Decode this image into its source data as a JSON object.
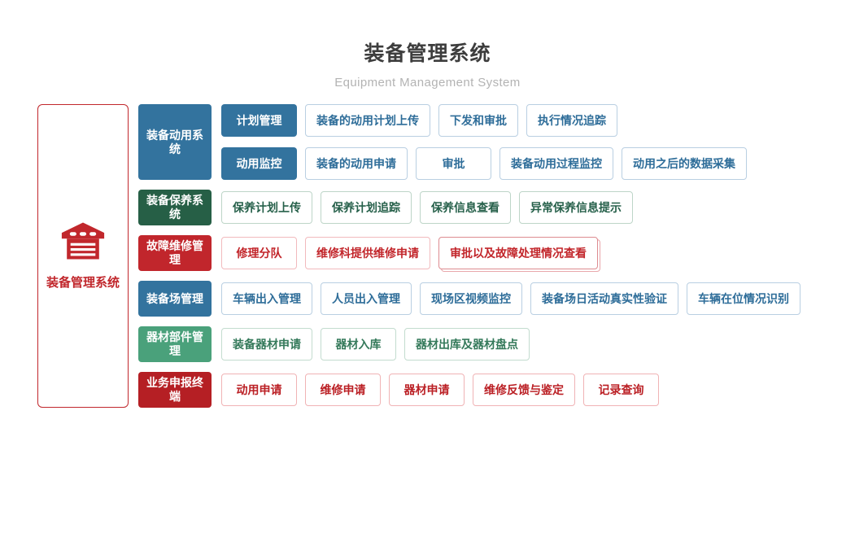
{
  "header": {
    "title": "装备管理系统",
    "subtitle": "Equipment Management System"
  },
  "root": {
    "label": "装备管理系统",
    "icon": "warehouse-icon",
    "accent_color": "#c1272c"
  },
  "theme": {
    "blue": "#33739e",
    "dark_green": "#265f46",
    "red": "#c1262c",
    "green": "#4aa17b",
    "dark_red": "#b51f24",
    "title_color": "#3d3d3d",
    "subtitle_color": "#b3b3b3"
  },
  "sections": [
    {
      "name": "equipment-mobilization-system",
      "label": "装备动用系统",
      "color": "blue",
      "rows": [
        {
          "name": "plan-management",
          "label": "计划管理",
          "items": [
            {
              "label": "装备的动用计划上传",
              "emphasized": false
            },
            {
              "label": "下发和审批",
              "emphasized": false
            },
            {
              "label": "执行情况追踪",
              "emphasized": false
            }
          ]
        },
        {
          "name": "mobilization-monitoring",
          "label": "动用监控",
          "items": [
            {
              "label": "装备的动用申请",
              "emphasized": false
            },
            {
              "label": "审批",
              "emphasized": false
            },
            {
              "label": "装备动用过程监控",
              "emphasized": false
            },
            {
              "label": "动用之后的数据采集",
              "emphasized": false
            }
          ]
        }
      ]
    },
    {
      "name": "equipment-maintenance-system",
      "label": "装备保养系统",
      "color": "dark_green",
      "rows": [
        {
          "name": "maintenance-items",
          "label": "",
          "items": [
            {
              "label": "保养计划上传",
              "emphasized": false
            },
            {
              "label": "保养计划追踪",
              "emphasized": false
            },
            {
              "label": "保养信息查看",
              "emphasized": false
            },
            {
              "label": "异常保养信息提示",
              "emphasized": false
            }
          ]
        }
      ]
    },
    {
      "name": "fault-repair-management",
      "label": "故障维修管理",
      "color": "red",
      "rows": [
        {
          "name": "repair-items",
          "label": "",
          "items": [
            {
              "label": "修理分队",
              "emphasized": false
            },
            {
              "label": "维修科提供维修申请",
              "emphasized": false
            },
            {
              "label": "审批以及故障处理情况查看",
              "emphasized": true
            }
          ]
        }
      ]
    },
    {
      "name": "equipment-yard-management",
      "label": "装备场管理",
      "color": "blue",
      "rows": [
        {
          "name": "yard-items",
          "label": "",
          "items": [
            {
              "label": "车辆出入管理",
              "emphasized": false
            },
            {
              "label": "人员出入管理",
              "emphasized": false
            },
            {
              "label": "现场区视频监控",
              "emphasized": false
            },
            {
              "label": "装备场日活动真实性验证",
              "emphasized": false
            },
            {
              "label": "车辆在位情况识别",
              "emphasized": false
            }
          ]
        }
      ]
    },
    {
      "name": "materials-parts-management",
      "label": "器材部件管理",
      "color": "green",
      "rows": [
        {
          "name": "materials-items",
          "label": "",
          "items": [
            {
              "label": "装备器材申请",
              "emphasized": false
            },
            {
              "label": "器材入库",
              "emphasized": false
            },
            {
              "label": "器材出库及器材盘点",
              "emphasized": false
            }
          ]
        }
      ]
    },
    {
      "name": "business-declaration-terminal",
      "label": "业务申报终端",
      "color": "dark_red",
      "rows": [
        {
          "name": "declaration-items",
          "label": "",
          "items": [
            {
              "label": "动用申请",
              "emphasized": false
            },
            {
              "label": "维修申请",
              "emphasized": false
            },
            {
              "label": "器材申请",
              "emphasized": false
            },
            {
              "label": "维修反馈与鉴定",
              "emphasized": false
            },
            {
              "label": "记录查询",
              "emphasized": false
            }
          ]
        }
      ]
    }
  ]
}
